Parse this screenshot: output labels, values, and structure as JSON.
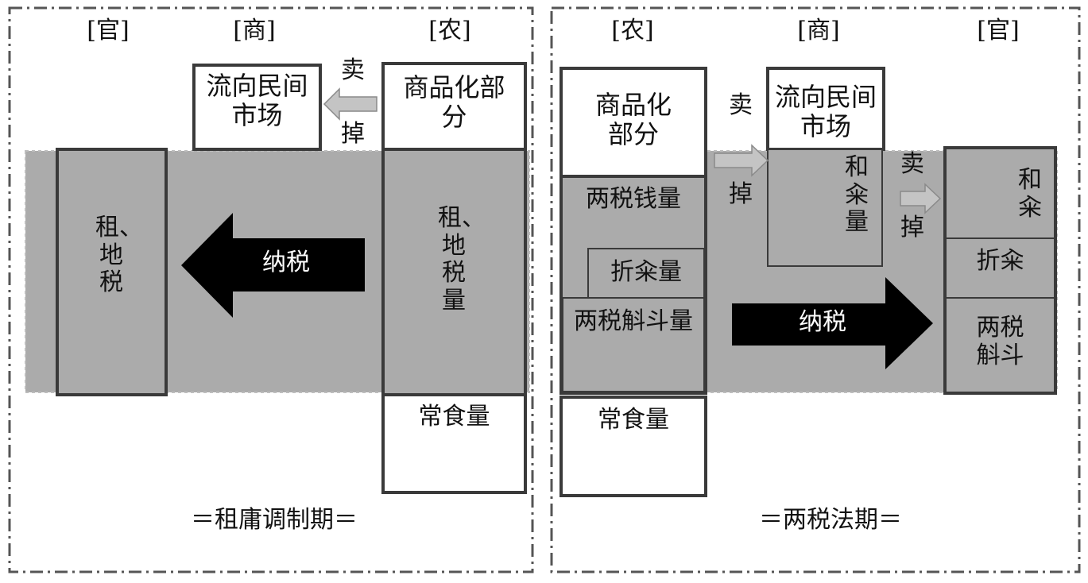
{
  "left_panel": {
    "headers": {
      "guan": "[官]",
      "shang": "[商]",
      "nong": "[农]"
    },
    "market_box": "流向民间市场",
    "commodity_box": "商品化部分",
    "sell_top": "卖",
    "sell_bottom": "掉",
    "tax_box": "租、地税",
    "tax_arrow": "纳税",
    "farmer_tax": "租、地税量",
    "food": "常食量",
    "period": "＝租庸调制期＝"
  },
  "right_panel": {
    "headers": {
      "nong": "[农]",
      "shang": "[商]",
      "guan": "[官]"
    },
    "commodity_box": "商品化部分",
    "sell1_top": "卖",
    "sell1_bottom": "掉",
    "market_box": "流向民间市场",
    "hedi_shang": "和籴量",
    "sell2_top": "卖",
    "sell2_bottom": "掉",
    "liangshui_money": "两税钱量",
    "zhedi": "折籴量",
    "liangshui_hudou": "两税斛斗量",
    "tax_arrow": "纳税",
    "hedi_guan": "和籴",
    "zhedi_guan": "折籴",
    "hudou_guan": "两税斛斗",
    "food": "常食量",
    "period": "＝两税法期＝"
  },
  "colors": {
    "band": "#ababab",
    "box_border": "#3a3a3a",
    "arrow_black": "#000000",
    "arrow_gray": "#b9b9b9"
  }
}
